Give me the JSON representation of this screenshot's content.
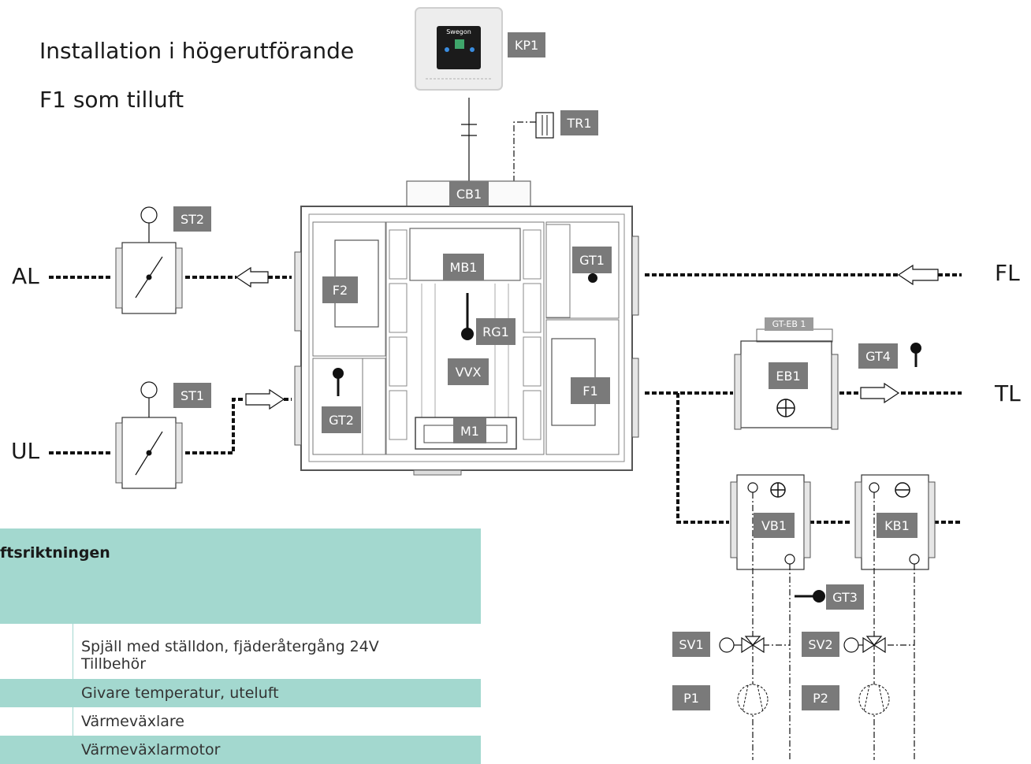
{
  "titles": {
    "line1": "Installation i högerutförande",
    "line2": "F1 som tilluft"
  },
  "directions": {
    "al": "AL",
    "ul": "UL",
    "fl": "FL",
    "tl": "TL"
  },
  "tags": {
    "kp1": "KP1",
    "tr1": "TR1",
    "cb1": "CB1",
    "st2": "ST2",
    "st1": "ST1",
    "mb1": "MB1",
    "gt1": "GT1",
    "f2": "F2",
    "rg1": "RG1",
    "vvx": "VVX",
    "gt2": "GT2",
    "f1": "F1",
    "m1": "M1",
    "gteb1": "GT-EB 1",
    "eb1": "EB1",
    "gt4": "GT4",
    "vb1": "VB1",
    "kb1": "KB1",
    "gt3": "GT3",
    "sv1": "SV1",
    "sv2": "SV2",
    "p1": "P1",
    "p2": "P2"
  },
  "controller": {
    "brand": "Swegon"
  },
  "legend": {
    "header": "ftsriktningen",
    "rows": [
      {
        "desc": "Spjäll med ställdon, fjäderåtergång 24V"
      },
      {
        "desc": "Tillbehör"
      },
      {
        "desc": "Givare temperatur, uteluft"
      },
      {
        "desc": "Värmeväxlare"
      },
      {
        "desc": "Värmeväxlarmotor"
      }
    ]
  },
  "colors": {
    "tag_bg": "#7a7a7a",
    "legend_accent": "#a3d8cf"
  }
}
